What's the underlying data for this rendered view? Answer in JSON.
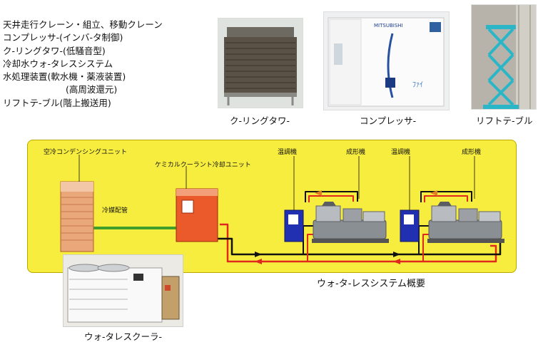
{
  "services": [
    "天井走行クレーン・組立、移動クレーン",
    "コンプレッサ-(インバ-タ制御)",
    "ク-リングタワ-(低騒音型)",
    "冷却水ウォ-タレスシステム",
    "水処理装置(軟水機・薬液装置)",
    "(高周波還元)",
    "リフトテ-ブル(階上搬送用)"
  ],
  "photos": {
    "cooling_tower": "ク-リングタワ-",
    "compressor": "コンプレッサ-",
    "lift_table": "リフトテ-ブル",
    "compressor_brand": "MITSUBISHI",
    "waterless_cooler": "ウォ-タレスクーラ-"
  },
  "diagram": {
    "condensing_unit": "空冷コンデンシングユニット",
    "refrigerant_pipe": "冷媒配管",
    "chemical_coolant_unit": "ケミカルクーラント冷却ユニット",
    "temp_controller_1": "温調機",
    "molding_machine_1": "成形機",
    "temp_controller_2": "温調機",
    "molding_machine_2": "成形機",
    "overview": "ウォ-タ-レスシステム概要"
  },
  "colors": {
    "panel": "#f7ed3e",
    "hot_pipe": "#e0281e",
    "cold_pipe": "#111111",
    "refrigerant": "#3f9f2a"
  }
}
